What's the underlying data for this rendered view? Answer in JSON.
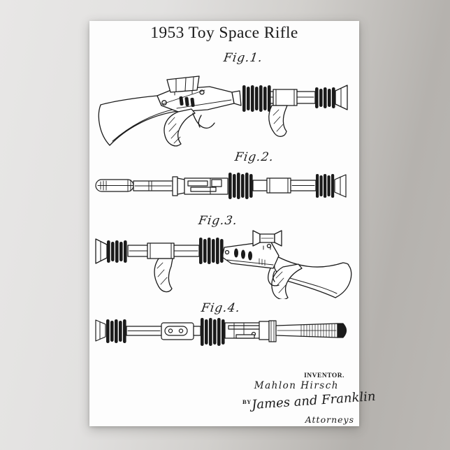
{
  "poster": {
    "title": "1953 Toy Space Rifle",
    "figures": [
      {
        "label": "Fig.1."
      },
      {
        "label": "Fig.2."
      },
      {
        "label": "Fig.3."
      },
      {
        "label": "Fig.4."
      }
    ],
    "credits": {
      "inventor_label": "INVENTOR.",
      "inventor_name": "Mahlon Hirsch",
      "by_label": "BY",
      "attorney_signature": "James and Franklin",
      "attorneys_label": "Attorneys"
    },
    "colors": {
      "backdrop_light": "#e8e7e6",
      "backdrop_dark": "#b5b2ae",
      "paper": "#fdfdfd",
      "ink": "#1b1b1b"
    }
  }
}
